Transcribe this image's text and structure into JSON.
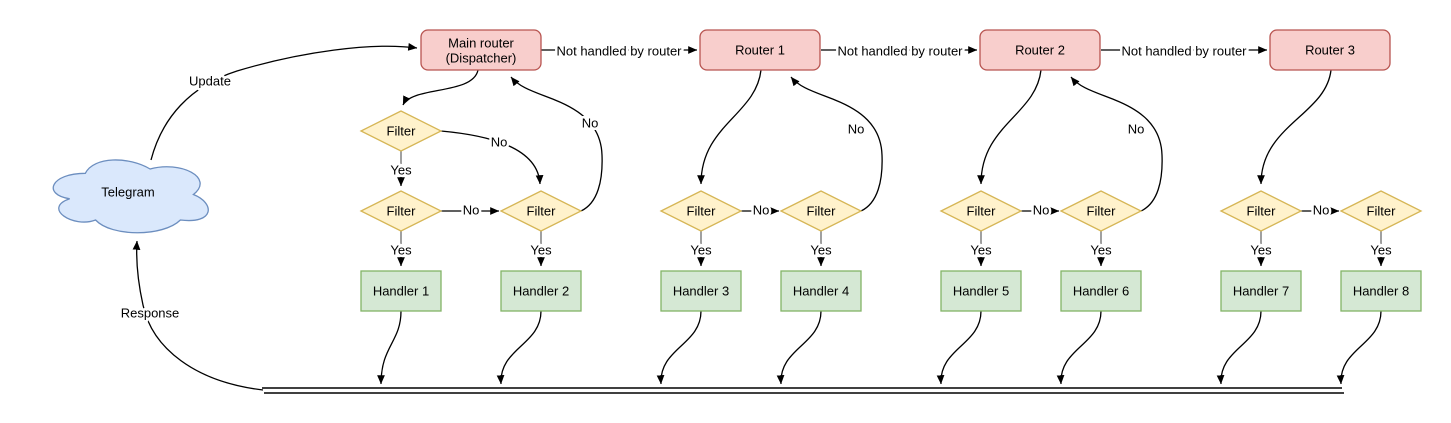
{
  "nodes": {
    "telegram": "Telegram",
    "main_router_line1": "Main router",
    "main_router_line2": "(Dispatcher)",
    "routers": [
      "Router 1",
      "Router 2",
      "Router 3"
    ],
    "filter": "Filter",
    "handlers": [
      "Handler 1",
      "Handler 2",
      "Handler 3",
      "Handler 4",
      "Handler 5",
      "Handler 6",
      "Handler 7",
      "Handler 8"
    ]
  },
  "edges": {
    "update": "Update",
    "response": "Response",
    "not_handled_by_router": "Not handled by router",
    "yes": "Yes",
    "no": "No"
  },
  "colors": {
    "router_fill": "#f8cecc",
    "router_stroke": "#b85450",
    "filter_fill": "#fff2cc",
    "filter_stroke": "#d6b656",
    "handler_fill": "#d5e8d4",
    "handler_stroke": "#82b366",
    "cloud_fill": "#dae8fc",
    "cloud_stroke": "#6c8ebf",
    "edge": "#000000",
    "yes_stub": "#888888",
    "text": "#000000",
    "background": "#ffffff"
  }
}
